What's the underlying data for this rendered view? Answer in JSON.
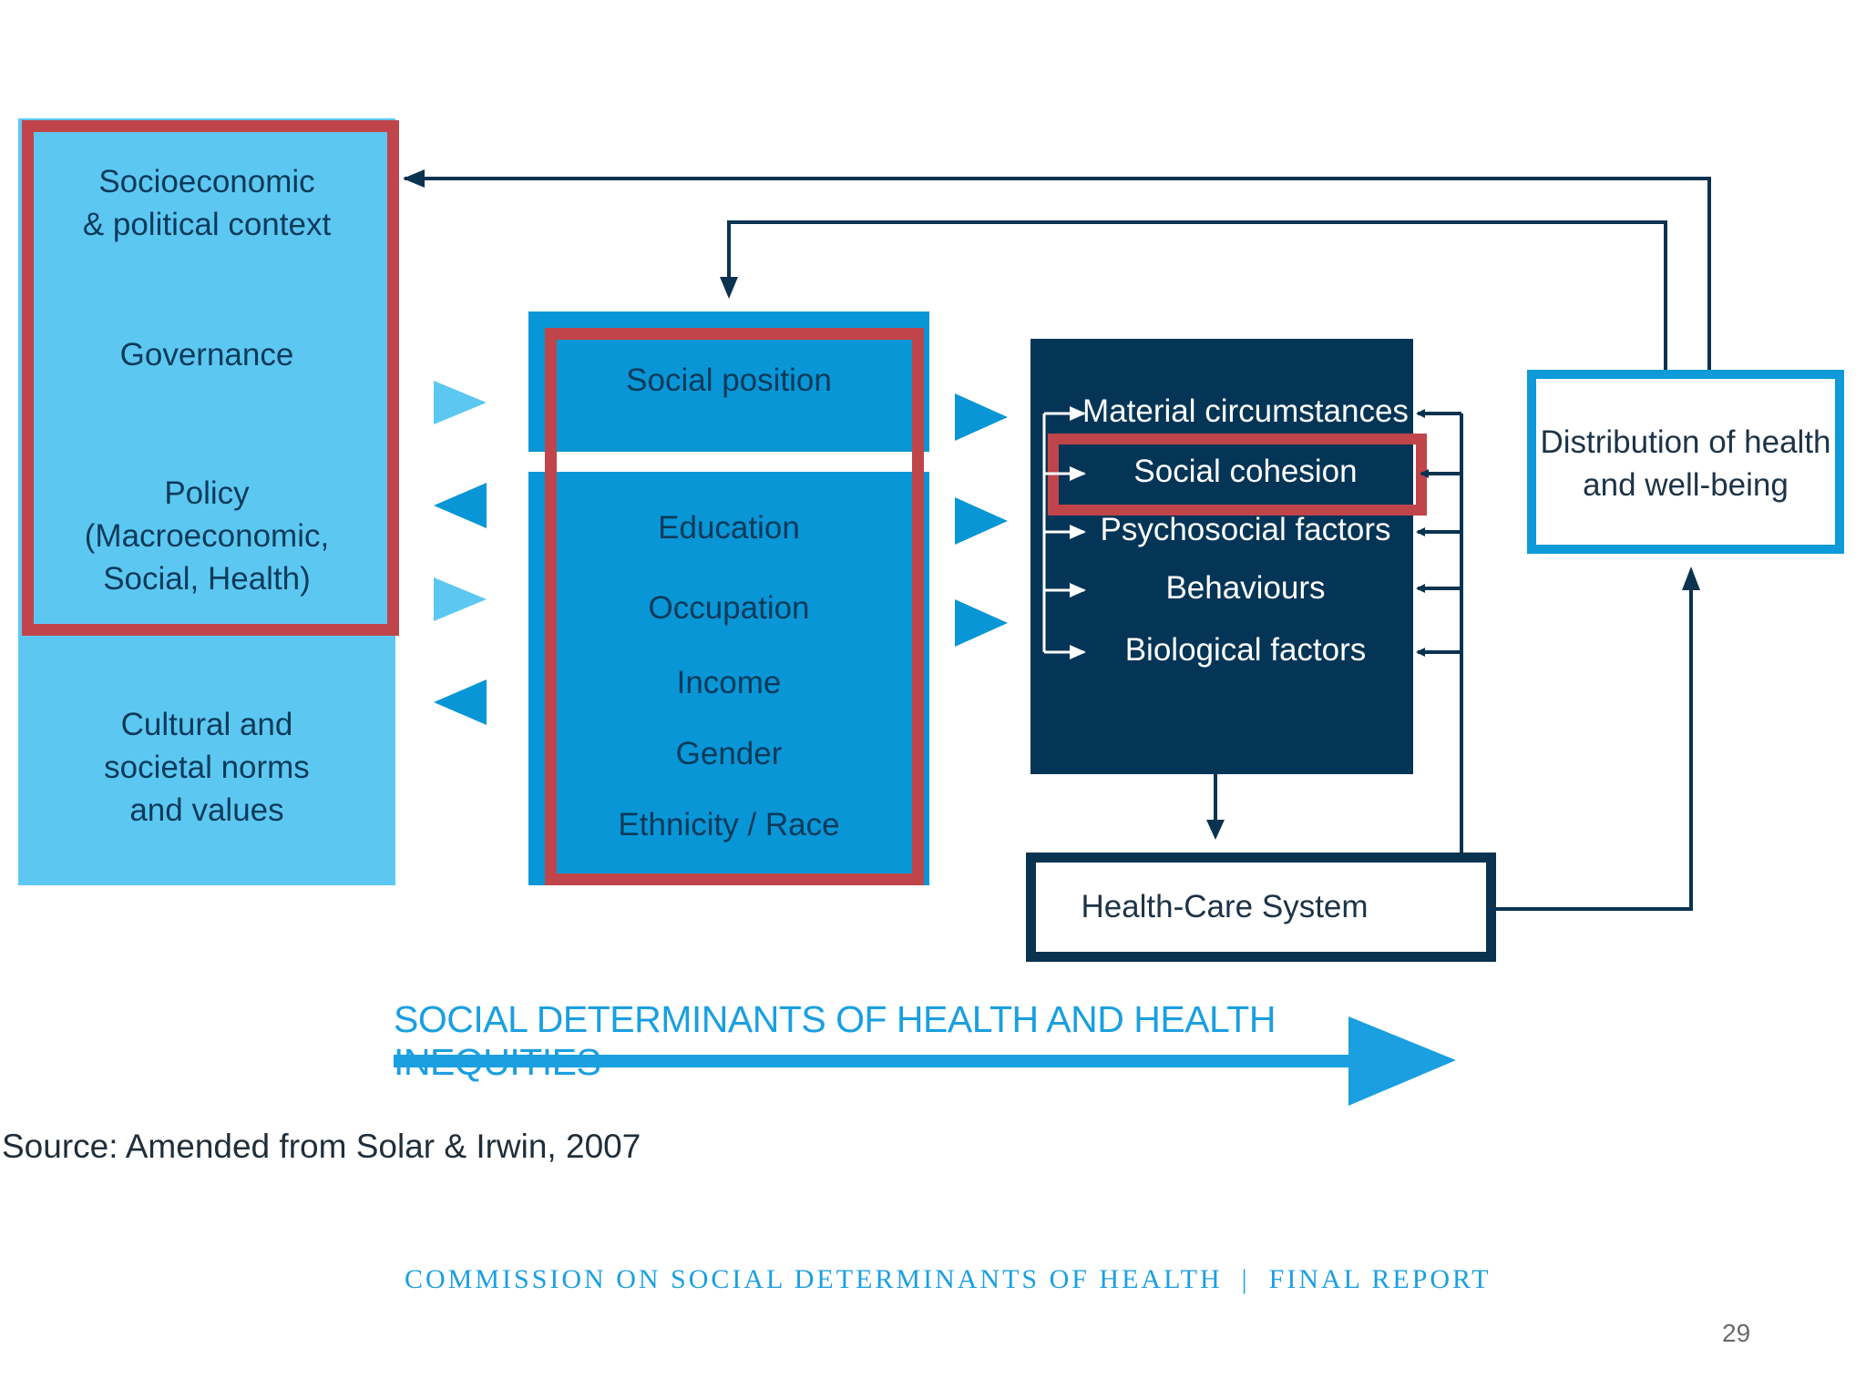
{
  "context": {
    "socioeconomic": "Socioeconomic\n& political context",
    "governance": "Governance",
    "policy": "Policy\n(Macroeconomic,\nSocial, Health)",
    "cultural": "Cultural and\nsocietal norms\nand values"
  },
  "position": {
    "header": "Social position",
    "items": [
      "Education",
      "Occupation",
      "Income",
      "Gender",
      "Ethnicity / Race"
    ]
  },
  "intermediary": {
    "items": [
      "Material circumstances",
      "Social cohesion",
      "Psychosocial factors",
      "Behaviours",
      "Biological factors"
    ]
  },
  "health_care": "Health-Care System",
  "distribution": "Distribution of health\nand well-being",
  "banner": "SOCIAL DETERMINANTS OF HEALTH AND HEALTH INEQUITIES",
  "source": "Source: Amended from Solar & Irwin, 2007",
  "report_footer": "COMMISSION ON SOCIAL DETERMINANTS OF HEALTH  |  FINAL REPORT",
  "page_number": "29",
  "colors": {
    "light_blue": "#5cc8f2",
    "mid_blue": "#0896d6",
    "navy": "#053556",
    "highlight_red": "#c0454a",
    "banner_blue": "#1a9fe0"
  }
}
